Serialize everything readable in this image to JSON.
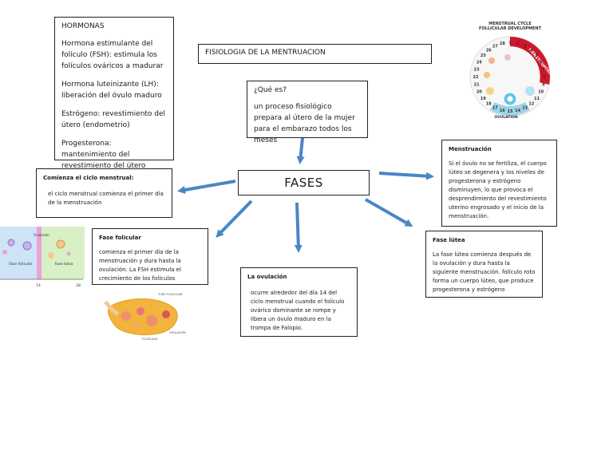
{
  "hormonas": {
    "title": "HORMONAS",
    "items": [
      "Hormona estimulante del folículo (FSH): estimula los folículos ováricos a madurar",
      "Hormona luteinizante (LH): liberación del óvulo maduro",
      "Estrógeno: revestimiento del útero (endometrio)",
      "Progesterona: mantenimiento del revestimiento del útero"
    ]
  },
  "main_title": "FISIOLOGIA DE LA MENTRUACION",
  "que_es": {
    "question": "¿Qué es?",
    "answer": "un proceso fisiológico prepara al útero de la mujer para el embarazo todos los meses"
  },
  "center": "FASES",
  "comienza": {
    "title": "Comienza el ciclo menstrual:",
    "text": "el ciclo menstrual comienza el primer día de la menstruación"
  },
  "menstruacion": {
    "title": "Menstruación",
    "text": "Si el óvulo no se fertiliza, el cuerpo lúteo se degenera y los niveles de progesterona y estrógeno disminuyen, lo que provoca el desprendimiento del revestimiento uterino engrosado y el inicio de la menstruación."
  },
  "folicular": {
    "title": "Fase folicular",
    "text": "comienza el primer día de la menstruación y dura hasta la ovulación. La FSH estimula el crecimiento de los folículos"
  },
  "ovulacion": {
    "title": "La ovulación",
    "text": "ocurre alrededor del día 14 del ciclo menstrual cuando el folículo ovárico dominante se rompe y libera un óvulo maduro en la trompa de Falopio."
  },
  "lutea": {
    "title": "Fase lútea",
    "text": "La fase lútea comienza después de la ovulación y dura hasta la siguiente menstruación. folículo roto forma un cuerpo lúteo, que produce progesterona y estrógeno"
  },
  "cycle_image": {
    "title_line1": "MENSTRUAL CYCLE",
    "title_line2": "FOLLICULAR DEVELOPMENT",
    "menstruation_label": "MENSTRUATION",
    "ovulation_label": "OVULATION",
    "days": [
      "1",
      "2",
      "3",
      "4",
      "5",
      "6",
      "7",
      "8",
      "9",
      "10",
      "11",
      "12",
      "13",
      "14",
      "15",
      "16",
      "17",
      "18",
      "19",
      "20",
      "21",
      "22",
      "23",
      "24",
      "25",
      "26",
      "27",
      "28"
    ]
  },
  "phase_chart_image": {
    "left_label": "Fase folicular",
    "right_label": "Fase lútea",
    "ovulation_label": "Ovulación",
    "tick_14": "14",
    "tick_28": "28"
  },
  "ovary_image": {
    "label_top": "TUBO FOLICULAR",
    "label_right": "OVULACIÓN",
    "label_bottom": "FOLÍCULOS"
  },
  "colors": {
    "arrow": "#4a86c5",
    "menstruation_band": "#d0162a",
    "chart_pink": "#e9a3d6",
    "chart_blue": "#cfe3f7",
    "chart_green": "#d9f0c7",
    "ovary_fill": "#f2b43c"
  }
}
